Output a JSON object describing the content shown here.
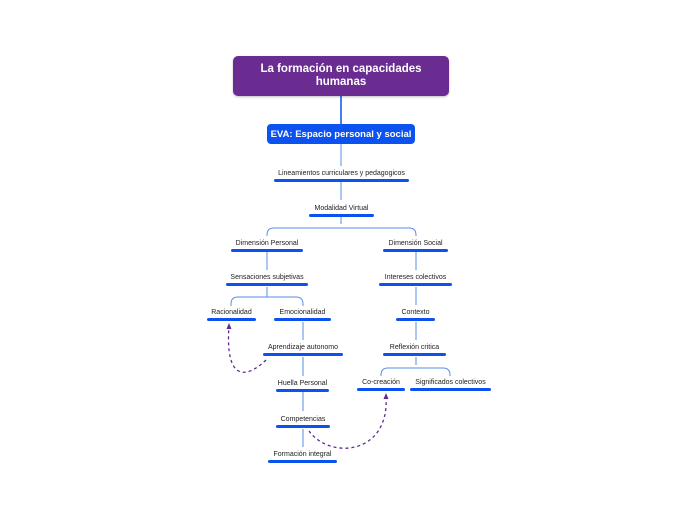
{
  "map": {
    "root": "La formación en capacidades humanas",
    "main": "EVA: Espacio personal y social",
    "lineamientos": "Lineamientos curriculares y pedagogicos",
    "modalidad": "Modalidad Virtual",
    "dim_personal": "Dimensión Personal",
    "dim_social": "Dimensión Social",
    "sensaciones": "Sensaciones subjetivas",
    "intereses": "Intereses colectivos",
    "racionalidad": "Racionalidad",
    "emocionalidad": "Emocionalidad",
    "contexto": "Contexto",
    "aprendizaje": "Aprendizaje autonomo",
    "reflexion": "Reflexión critica",
    "huella": "Huella Personal",
    "cocreacion": "Co-creación",
    "significados": "Significados colectivos",
    "competencias": "Competencias",
    "formacion": "Formación integral"
  },
  "colors": {
    "root": "#6a2c91",
    "main": "#0b52f0",
    "connector": "#5a8ee8",
    "relationship": "#5b2c8e"
  }
}
